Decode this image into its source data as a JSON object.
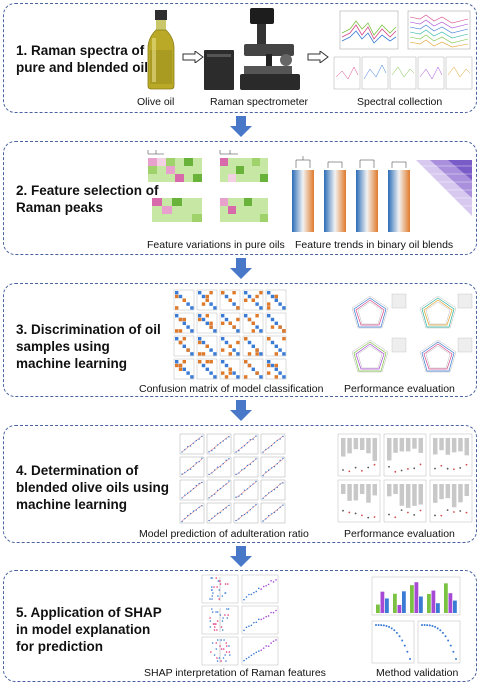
{
  "steps": [
    {
      "title_line1": "1. Raman spectra of",
      "title_line2": "pure and blended oils",
      "title_line3": "",
      "captions": [
        "Olive oil",
        "Raman spectrometer",
        "Spectral collection"
      ]
    },
    {
      "title_line1": "2. Feature selection of",
      "title_line2": "Raman peaks",
      "title_line3": "",
      "captions": [
        "Feature variations in pure oils",
        "Feature trends in binary oil blends"
      ]
    },
    {
      "title_line1": "3. Discrimination of oil",
      "title_line2": "samples using",
      "title_line3": "machine learning",
      "captions": [
        "Confusion matrix of model classification",
        "Performance evaluation"
      ]
    },
    {
      "title_line1": "4. Determination of",
      "title_line2": "blended olive oils using",
      "title_line3": "machine learning",
      "captions": [
        "Model prediction of adulteration ratio",
        "Performance evaluation"
      ]
    },
    {
      "title_line1": "5. Application of SHAP",
      "title_line2": "in model explanation",
      "title_line3": "for prediction",
      "captions": [
        "SHAP interpretation of Raman features",
        "Method validation"
      ]
    }
  ],
  "colors": {
    "border": "#4a63a0",
    "arrow": "#4a78c8",
    "green": "#7cc242",
    "pink": "#e07bb8",
    "orange": "#e07a2b",
    "blue": "#3a7bd5"
  }
}
